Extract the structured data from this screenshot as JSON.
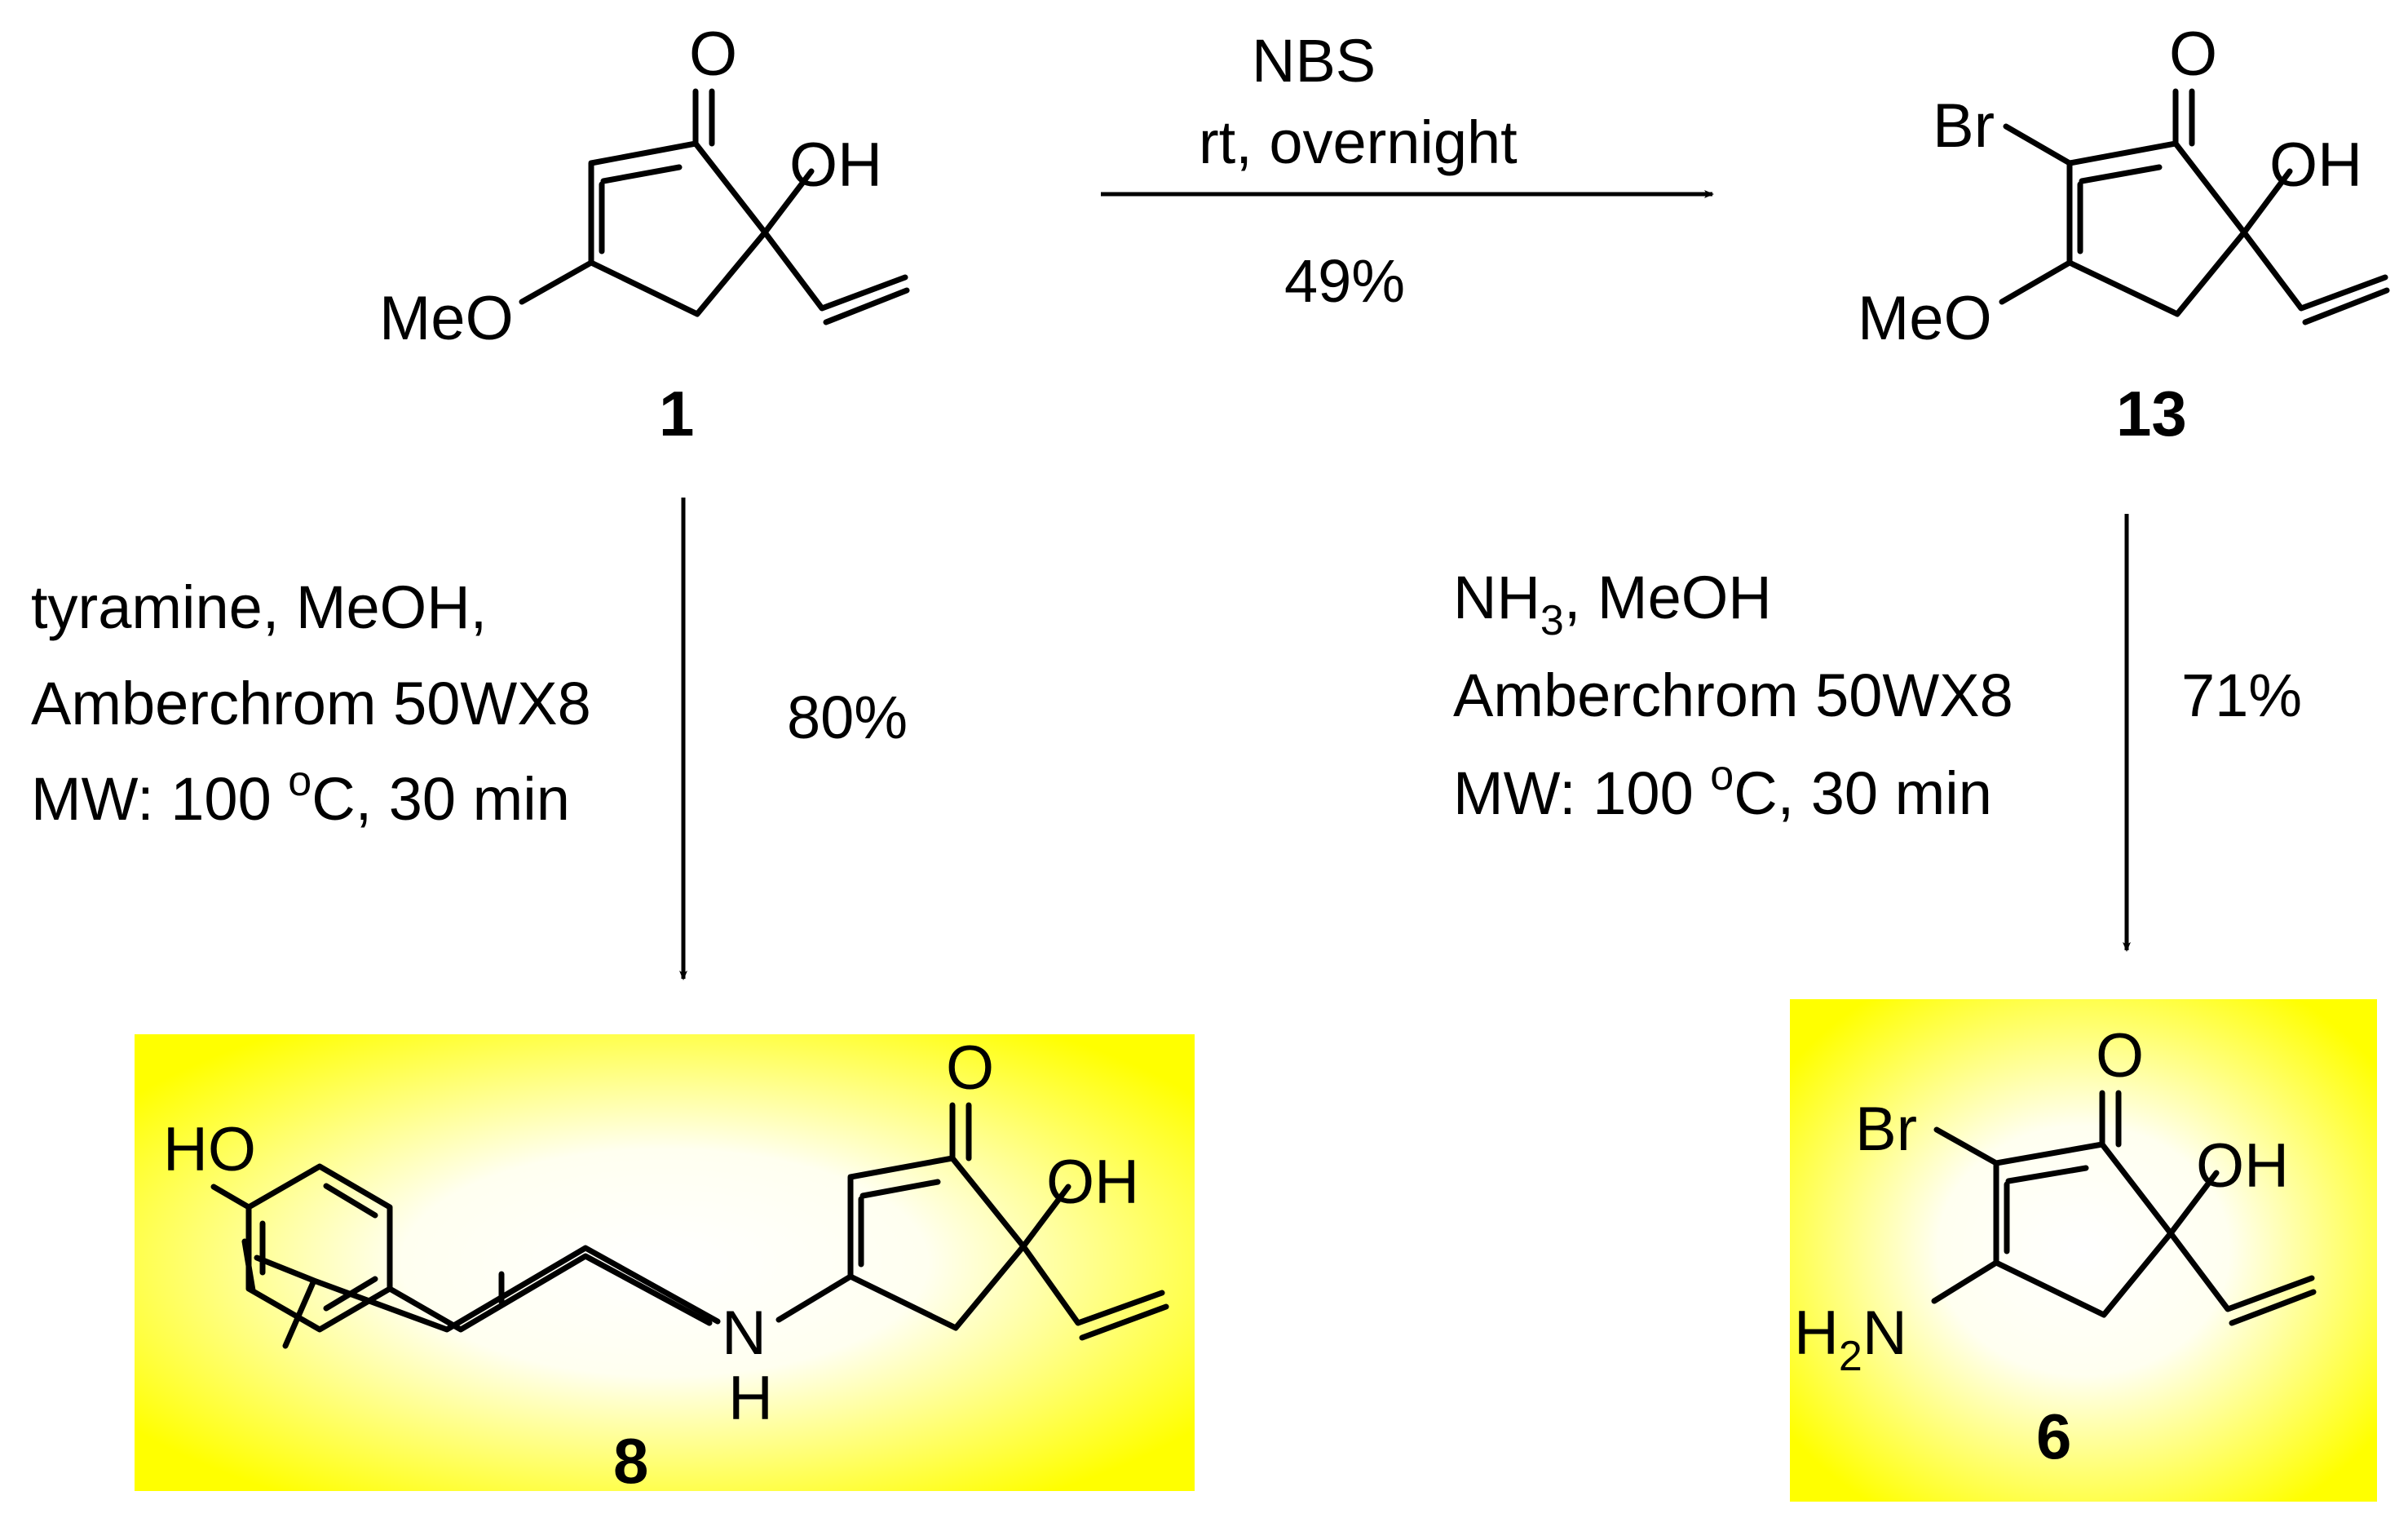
{
  "compounds": {
    "c1": {
      "number": "1",
      "labels": {
        "oxo": "O",
        "oh": "OH",
        "meo": "MeO"
      }
    },
    "c13": {
      "number": "13",
      "labels": {
        "oxo": "O",
        "oh": "OH",
        "meo": "MeO",
        "br": "Br"
      }
    },
    "c8": {
      "number": "8",
      "labels": {
        "oxo": "O",
        "oh": "OH",
        "ho": "HO",
        "n": "N",
        "nh": "H"
      }
    },
    "c6": {
      "number": "6",
      "labels": {
        "oxo": "O",
        "oh": "OH",
        "br": "Br",
        "h": "H",
        "sub2": "2",
        "n": "N"
      }
    }
  },
  "reactions": {
    "top": {
      "reagent": "NBS",
      "conditions": "rt, overnight",
      "yield": "49%"
    },
    "left": {
      "line1": "tyramine, MeOH,",
      "line2": "Amberchrom 50WX8",
      "line3_pre": "MW: 100 ",
      "line3_deg": "o",
      "line3_post": "C, 30 min",
      "yield": "80%"
    },
    "right": {
      "line1_pre": "NH",
      "line1_sub": "3",
      "line1_post": ", MeOH",
      "line2": "Amberchrom 50WX8",
      "line3_pre": "MW: 100 ",
      "line3_deg": "o",
      "line3_post": "C, 30 min",
      "yield": "71%"
    }
  },
  "colors": {
    "highlight": "#FFFF00",
    "highlight_center": "#FFFFFF",
    "ink": "#000000"
  }
}
